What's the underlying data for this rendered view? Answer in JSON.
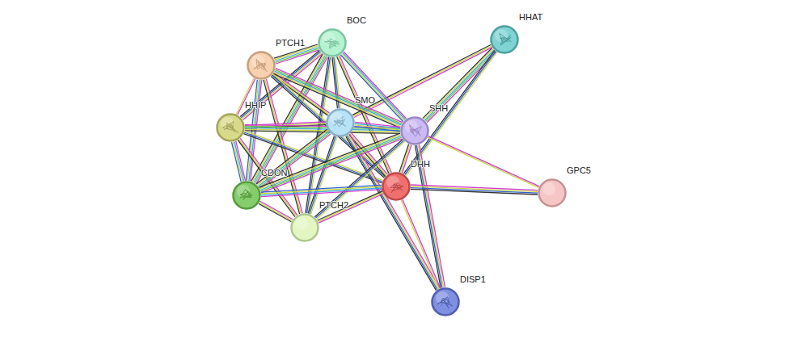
{
  "diagram": {
    "nodes": [
      {
        "text": [
          "HHAT"
        ]
      },
      {
        "text": [
          "BOC"
        ]
      },
      {
        "text": [
          "PTCH1"
        ]
      },
      {
        "text": [
          "SMO"
        ]
      },
      {
        "text": [
          "HHIP"
        ]
      },
      {
        "text": [
          "SHH"
        ]
      },
      {
        "text": [
          "DHH"
        ]
      },
      {
        "text": [
          "GPC5"
        ]
      },
      {
        "text": [
          "CDON"
        ]
      },
      {
        "text": [
          "PTCH2"
        ]
      },
      {
        "text": [
          "DISP1"
        ]
      }
    ],
    "edges": [
      {
        "from": 0,
        "to": 5,
        "arrow": "none"
      },
      {
        "from": 0,
        "to": 6,
        "arrow": "none"
      },
      {
        "from": 0,
        "to": 3,
        "arrow": "none"
      },
      {
        "from": 1,
        "to": 2,
        "arrow": "none"
      },
      {
        "from": 1,
        "to": 3,
        "arrow": "none"
      },
      {
        "from": 1,
        "to": 5,
        "arrow": "none"
      },
      {
        "from": 1,
        "to": 6,
        "arrow": "none"
      },
      {
        "from": 1,
        "to": 9,
        "arrow": "none"
      },
      {
        "from": 1,
        "to": 8,
        "arrow": "none"
      },
      {
        "from": 1,
        "to": 4,
        "arrow": "none"
      },
      {
        "from": 2,
        "to": 3,
        "arrow": "none"
      },
      {
        "from": 2,
        "to": 5,
        "arrow": "none"
      },
      {
        "from": 2,
        "to": 6,
        "arrow": "none"
      },
      {
        "from": 2,
        "to": 4,
        "arrow": "none"
      },
      {
        "from": 2,
        "to": 8,
        "arrow": "none"
      },
      {
        "from": 2,
        "to": 9,
        "arrow": "none"
      },
      {
        "from": 4,
        "to": 3,
        "arrow": "none"
      },
      {
        "from": 4,
        "to": 5,
        "arrow": "none"
      },
      {
        "from": 4,
        "to": 6,
        "arrow": "none"
      },
      {
        "from": 4,
        "to": 8,
        "arrow": "none"
      },
      {
        "from": 4,
        "to": 9,
        "arrow": "none"
      },
      {
        "from": 3,
        "to": 5,
        "arrow": "none"
      },
      {
        "from": 3,
        "to": 6,
        "arrow": "none"
      },
      {
        "from": 3,
        "to": 8,
        "arrow": "none"
      },
      {
        "from": 3,
        "to": 9,
        "arrow": "none"
      },
      {
        "from": 3,
        "to": 10,
        "arrow": "none"
      },
      {
        "from": 5,
        "to": 6,
        "arrow": "none"
      },
      {
        "from": 5,
        "to": 7,
        "arrow": "none"
      },
      {
        "from": 5,
        "to": 8,
        "arrow": "none"
      },
      {
        "from": 5,
        "to": 9,
        "arrow": "none"
      },
      {
        "from": 5,
        "to": 10,
        "arrow": "none"
      },
      {
        "from": 6,
        "to": 7,
        "arrow": "none"
      },
      {
        "from": 6,
        "to": 8,
        "arrow": "none"
      },
      {
        "from": 6,
        "to": 9,
        "arrow": "none"
      },
      {
        "from": 6,
        "to": 10,
        "arrow": "none"
      },
      {
        "from": 8,
        "to": 9,
        "arrow": "none"
      }
    ]
  }
}
